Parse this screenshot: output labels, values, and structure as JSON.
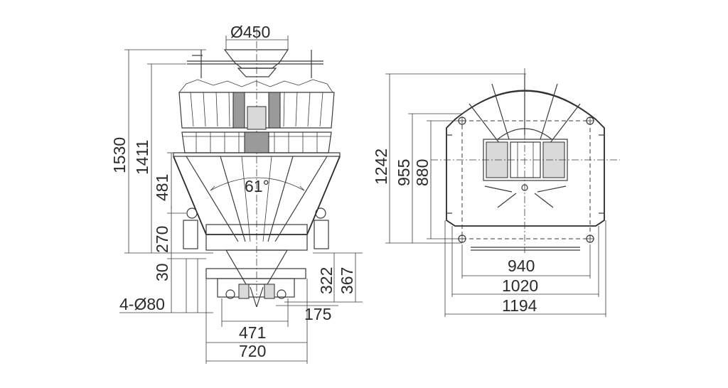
{
  "front_view": {
    "dims": {
      "top_dia": "Ø450",
      "h_1530": "1530",
      "h_1411": "1411",
      "h_481": "481",
      "h_270": "270",
      "h_30": "30",
      "h_322": "322",
      "h_367": "367",
      "angle": "61°",
      "holes": "4-Ø80",
      "w_175": "175",
      "w_471": "471",
      "w_720": "720"
    }
  },
  "top_view": {
    "dims": {
      "h_1242": "1242",
      "h_955": "955",
      "h_880": "880",
      "w_940": "940",
      "w_1020": "1020",
      "w_1194": "1194"
    }
  }
}
